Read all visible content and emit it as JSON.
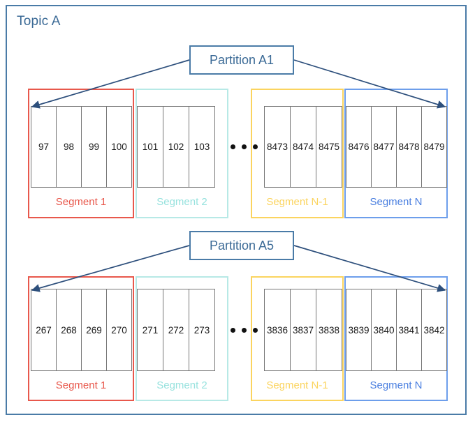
{
  "diagram": {
    "title": "Topic A",
    "border_color": "#4a7ba7",
    "segment_colors": {
      "segment_1": "#e8584c",
      "segment_2": "#b7e9e6",
      "segment_n_minus_1": "#fbd45f",
      "segment_n": "#6d9eeb"
    },
    "ellipsis": "• • •",
    "partitions": [
      {
        "label": "Partition A1",
        "segments": [
          {
            "name": "Segment 1",
            "color_key": "segment_1",
            "offsets": [
              "97",
              "98",
              "99",
              "100"
            ]
          },
          {
            "name": "Segment 2",
            "color_key": "segment_2",
            "offsets": [
              "101",
              "102",
              "103"
            ]
          },
          {
            "name": "Segment N-1",
            "color_key": "segment_n_minus_1",
            "offsets": [
              "8473",
              "8474",
              "8475"
            ]
          },
          {
            "name": "Segment N",
            "color_key": "segment_n",
            "offsets": [
              "8476",
              "8477",
              "8478",
              "8479"
            ]
          }
        ]
      },
      {
        "label": "Partition A5",
        "segments": [
          {
            "name": "Segment 1",
            "color_key": "segment_1",
            "offsets": [
              "267",
              "268",
              "269",
              "270"
            ]
          },
          {
            "name": "Segment 2",
            "color_key": "segment_2",
            "offsets": [
              "271",
              "272",
              "273"
            ]
          },
          {
            "name": "Segment N-1",
            "color_key": "segment_n_minus_1",
            "offsets": [
              "3836",
              "3837",
              "3838"
            ]
          },
          {
            "name": "Segment N",
            "color_key": "segment_n",
            "offsets": [
              "3839",
              "3840",
              "3841",
              "3842"
            ]
          }
        ]
      }
    ]
  }
}
